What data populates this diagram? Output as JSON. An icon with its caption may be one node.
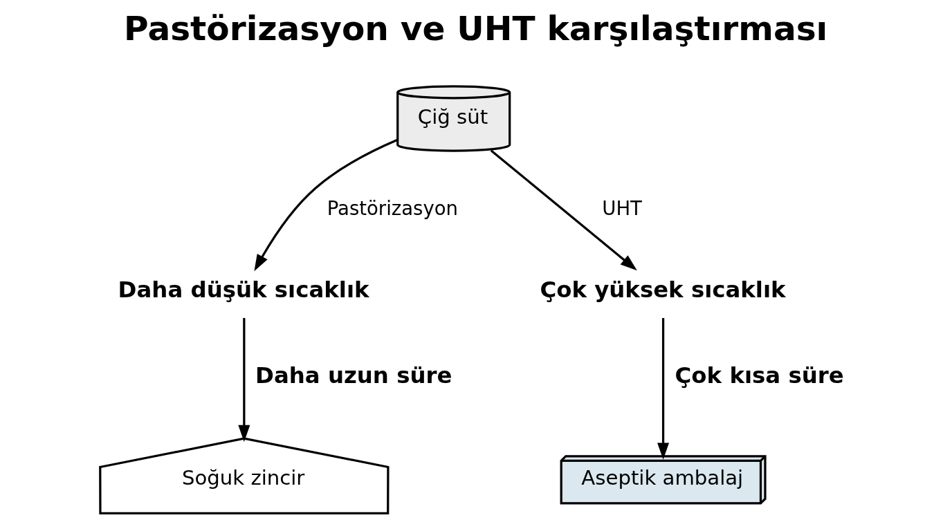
{
  "diagram": {
    "title": "Pastörizasyon ve UHT karşılaştırması",
    "nodes": [
      {
        "text": [
          "Çiğ süt"
        ]
      },
      {
        "text": [
          "Daha düşük sıcaklık"
        ]
      },
      {
        "text": [
          "Çok yüksek sıcaklık"
        ]
      },
      {
        "text": [
          "Soğuk zincir"
        ]
      },
      {
        "text": [
          "Aseptik ambalaj"
        ]
      }
    ],
    "edges": [
      {
        "from": 0,
        "to": 1,
        "arrow": "to",
        "label": "Pastörizasyon"
      },
      {
        "from": 0,
        "to": 2,
        "arrow": "to",
        "label": "UHT"
      },
      {
        "from": 1,
        "to": 3,
        "arrow": "to",
        "label": "Daha uzun süre"
      },
      {
        "from": 2,
        "to": 4,
        "arrow": "to",
        "label": "Çok kısa süre"
      }
    ]
  }
}
